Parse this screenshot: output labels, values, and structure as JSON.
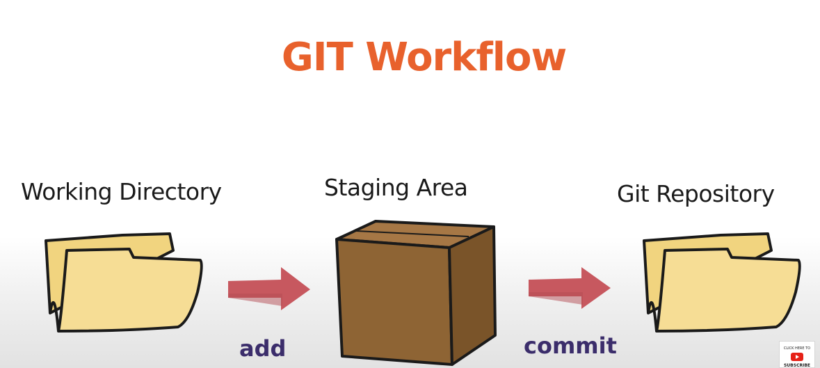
{
  "title": "GIT Workflow",
  "stages": {
    "working": "Working Directory",
    "staging": "Staging Area",
    "repository": "Git Repository"
  },
  "actions": {
    "add": "add",
    "commit": "commit"
  },
  "subscribe_badge": {
    "top_text": "CLICK HERE TO",
    "bottom_text": "SUBSCRIBE"
  },
  "colors": {
    "title": "#e8612c",
    "action_text": "#3b2d6b",
    "arrow": "#c7585f",
    "folder_fill": "#f4d98c",
    "box_fill": "#93693a"
  }
}
